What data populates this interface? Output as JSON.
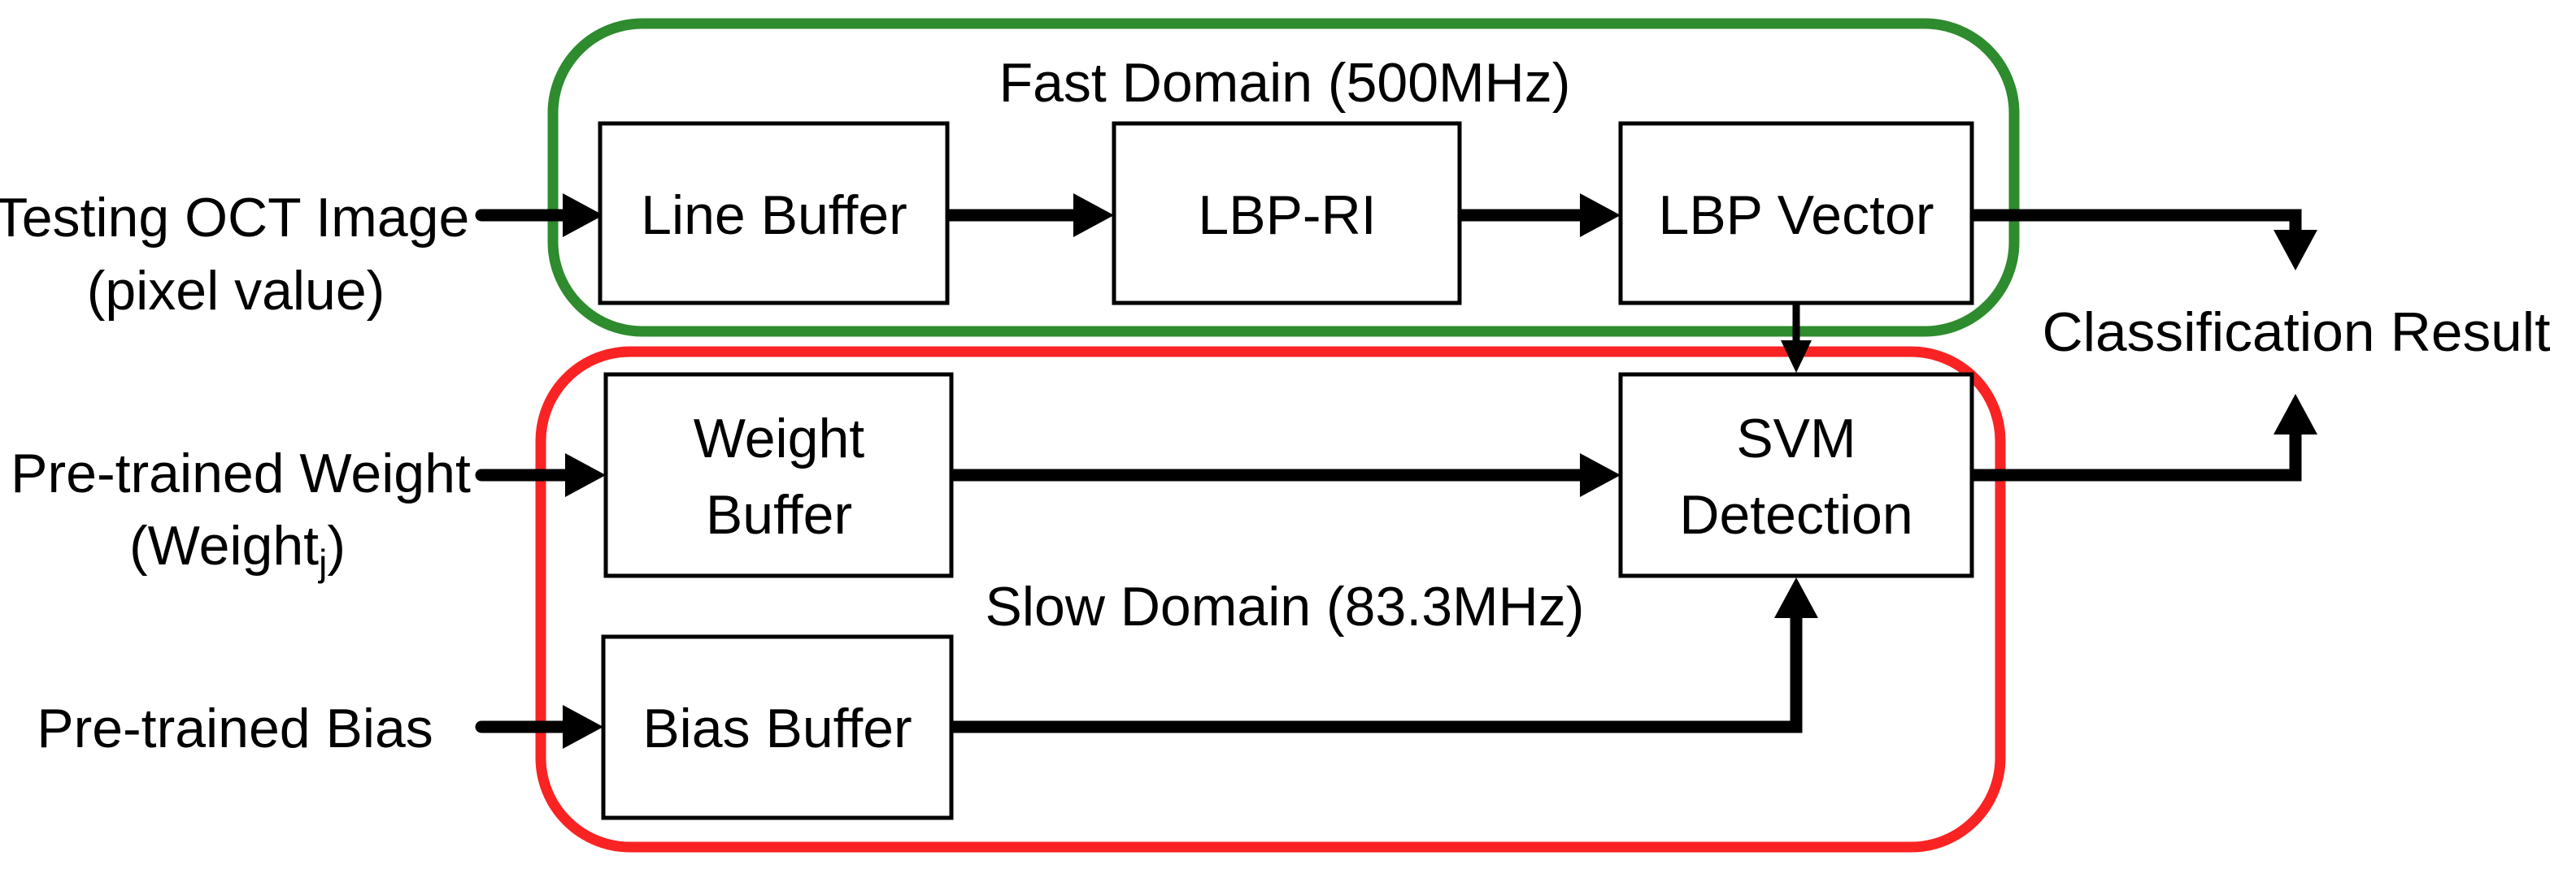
{
  "colors": {
    "fast": "#2e8b2e",
    "slow": "#fa2323",
    "ink": "#000000",
    "box_fill": "#ffffff"
  },
  "domains": {
    "fast": {
      "title": "Fast Domain (500MHz)"
    },
    "slow": {
      "title": "Slow Domain (83.3MHz)"
    }
  },
  "blocks": {
    "line_buffer": {
      "label": "Line Buffer"
    },
    "lbp_ri": {
      "label": "LBP-RI"
    },
    "lbp_vector": {
      "label": "LBP Vector"
    },
    "weight_buffer": {
      "line1": "Weight",
      "line2": "Buffer"
    },
    "svm_detection": {
      "line1": "SVM",
      "line2": "Detection"
    },
    "bias_buffer": {
      "label": "Bias Buffer"
    }
  },
  "inputs": {
    "testing_oct": {
      "line1": "Testing OCT Image",
      "line2": "(pixel value)"
    },
    "pretrained_weight": {
      "line1": "Pre-trained Weight",
      "line2_open": "(Weight",
      "line2_sub": "j",
      "line2_close": ")"
    },
    "pretrained_bias": {
      "line1": "Pre-trained Bias"
    }
  },
  "output": {
    "label": "Classification Result"
  }
}
